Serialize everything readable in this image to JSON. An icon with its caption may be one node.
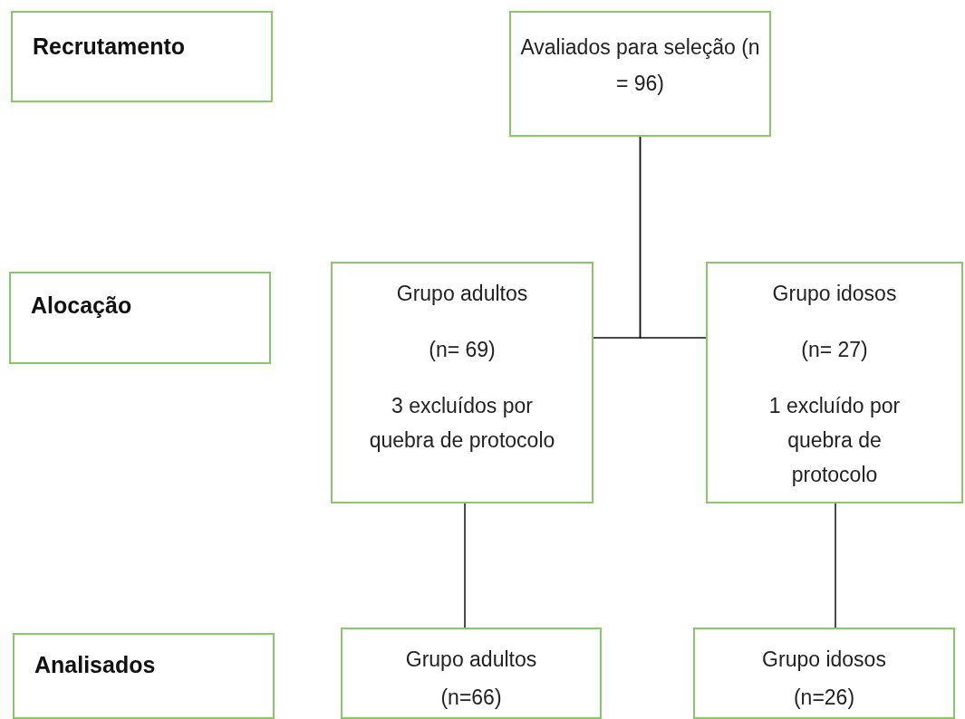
{
  "diagram": {
    "nodes": [
      {
        "text": [
          "Recrutamento"
        ]
      },
      {
        "text": [
          "Avaliados para seleção (n = 96)"
        ]
      },
      {
        "text": [
          "Alocação"
        ]
      },
      {
        "text": [
          "Grupo adultos",
          "(n= 69)",
          "3 excluídos por quebra de protocolo"
        ]
      },
      {
        "text": [
          "Grupo idosos",
          "(n= 27)",
          "1 excluído por quebra de protocolo"
        ]
      },
      {
        "text": [
          "Analisados"
        ]
      },
      {
        "text": [
          "Grupo adultos",
          "(n=66)"
        ]
      },
      {
        "text": [
          "Grupo idosos",
          "(n=26)"
        ]
      }
    ],
    "edges": [
      {
        "from": 1,
        "to": 3,
        "arrow": "none"
      },
      {
        "from": 1,
        "to": 4,
        "arrow": "none"
      },
      {
        "from": 3,
        "to": 6,
        "arrow": "none"
      },
      {
        "from": 4,
        "to": 7,
        "arrow": "none"
      }
    ]
  }
}
